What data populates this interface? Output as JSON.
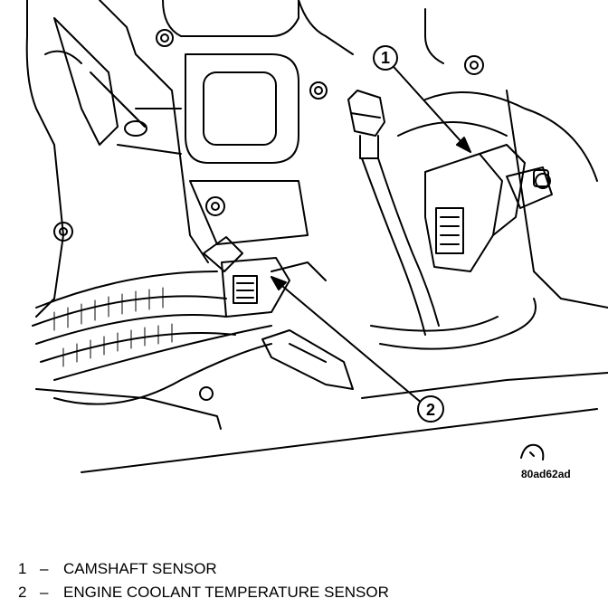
{
  "figure": {
    "code": "80ad62ad",
    "callouts": [
      {
        "number": "1",
        "label": "CAMSHAFT SENSOR"
      },
      {
        "number": "2",
        "label": "ENGINE COOLANT TEMPERATURE SENSOR"
      }
    ]
  },
  "legend": {
    "separator": "–",
    "items": [
      {
        "number": "1",
        "label": "CAMSHAFT SENSOR"
      },
      {
        "number": "2",
        "label": "ENGINE COOLANT TEMPERATURE SENSOR"
      }
    ]
  },
  "colors": {
    "ink": "#000000",
    "paper": "#ffffff"
  }
}
